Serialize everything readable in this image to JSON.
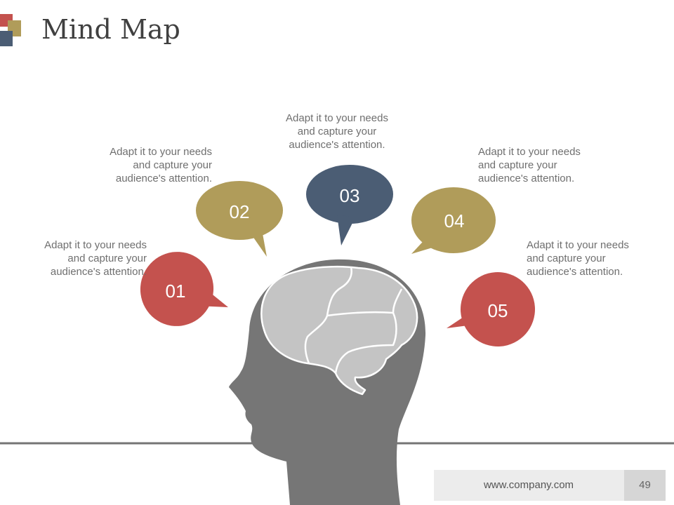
{
  "slide": {
    "title": "Mind Map",
    "footer_url": "www.company.com",
    "page_number": "49"
  },
  "colors": {
    "red": "#c4524e",
    "olive": "#b09c5a",
    "slate": "#4b5d74",
    "head": "#767676",
    "brain": "#c4c4c4"
  },
  "bubbles": [
    {
      "number": "01",
      "color": "#c4524e",
      "text_lines": [
        "Adapt it to your needs",
        "and capture your",
        "audience's attention."
      ]
    },
    {
      "number": "02",
      "color": "#b09c5a",
      "text_lines": [
        "Adapt it to your needs",
        "and capture your",
        "audience's attention."
      ]
    },
    {
      "number": "03",
      "color": "#4b5d74",
      "text_lines": [
        "Adapt it to your needs",
        "and capture your",
        "audience's attention."
      ]
    },
    {
      "number": "04",
      "color": "#b09c5a",
      "text_lines": [
        "Adapt it to your needs",
        "and capture your",
        "audience's attention."
      ]
    },
    {
      "number": "05",
      "color": "#c4524e",
      "text_lines": [
        "Adapt it to your needs",
        "and capture your",
        "audience's attention."
      ]
    }
  ]
}
